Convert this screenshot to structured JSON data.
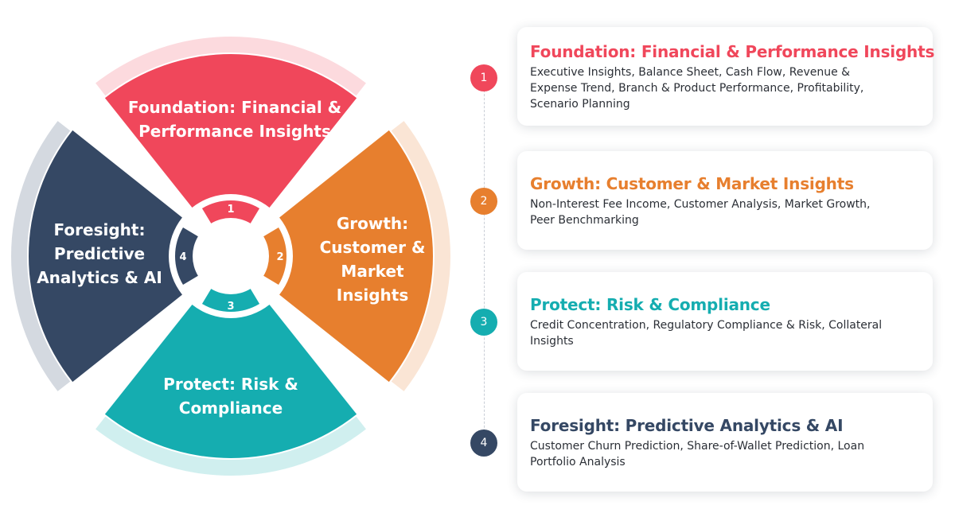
{
  "colors": {
    "foundation": "#f0475b",
    "growth": "#e77f2e",
    "protect": "#15adb0",
    "foresight": "#354864"
  },
  "segments": [
    {
      "num": "1",
      "label_line1": "Foundation: Financial &",
      "label_line2": "Performance Insights",
      "label_line3": ""
    },
    {
      "num": "2",
      "label_line1": "Growth:",
      "label_line2": "Customer &",
      "label_line3": "Market",
      "label_line4": "Insights"
    },
    {
      "num": "3",
      "label_line1": "Protect: Risk &",
      "label_line2": "Compliance",
      "label_line3": ""
    },
    {
      "num": "4",
      "label_line1": "Foresight:",
      "label_line2": "Predictive",
      "label_line3": "Analytics & AI"
    }
  ],
  "cards": [
    {
      "num": "1",
      "title": "Foundation: Financial & Performance Insights",
      "desc_line1": "Executive Insights, Balance Sheet, Cash Flow, Revenue &",
      "desc_line2": "Expense Trend, Branch & Product Performance, Profitability,",
      "desc_line3": "Scenario Planning"
    },
    {
      "num": "2",
      "title": "Growth: Customer & Market Insights",
      "desc_line1": "Non-Interest Fee Income, Customer Analysis, Market Growth,",
      "desc_line2": "Peer Benchmarking",
      "desc_line3": ""
    },
    {
      "num": "3",
      "title": "Protect: Risk & Compliance",
      "desc_line1": "Credit Concentration, Regulatory Compliance & Risk, Collateral",
      "desc_line2": "Insights",
      "desc_line3": ""
    },
    {
      "num": "4",
      "title": "Foresight: Predictive Analytics & AI",
      "desc_line1": "Customer Churn Prediction, Share-of-Wallet Prediction, Loan",
      "desc_line2": "Portfolio Analysis",
      "desc_line3": ""
    }
  ]
}
